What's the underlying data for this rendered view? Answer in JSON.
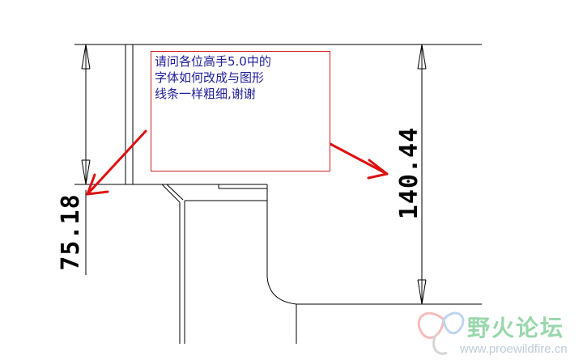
{
  "note": {
    "text": "请问各位高手5.0中的\n字体如何改成与图形\n线条一样粗细,谢谢"
  },
  "dimensions": {
    "left": "75.18",
    "right": "140.44"
  },
  "watermark": {
    "title": "野火论坛",
    "url": "www.proewildfire.cn"
  },
  "colors": {
    "line": "#000000",
    "annotation_border": "#d02020",
    "annotation_text": "#1e1e9a",
    "arrow": "#dd1111",
    "watermark_title": "#8fd3a4",
    "watermark_url": "#b8c7d6"
  }
}
